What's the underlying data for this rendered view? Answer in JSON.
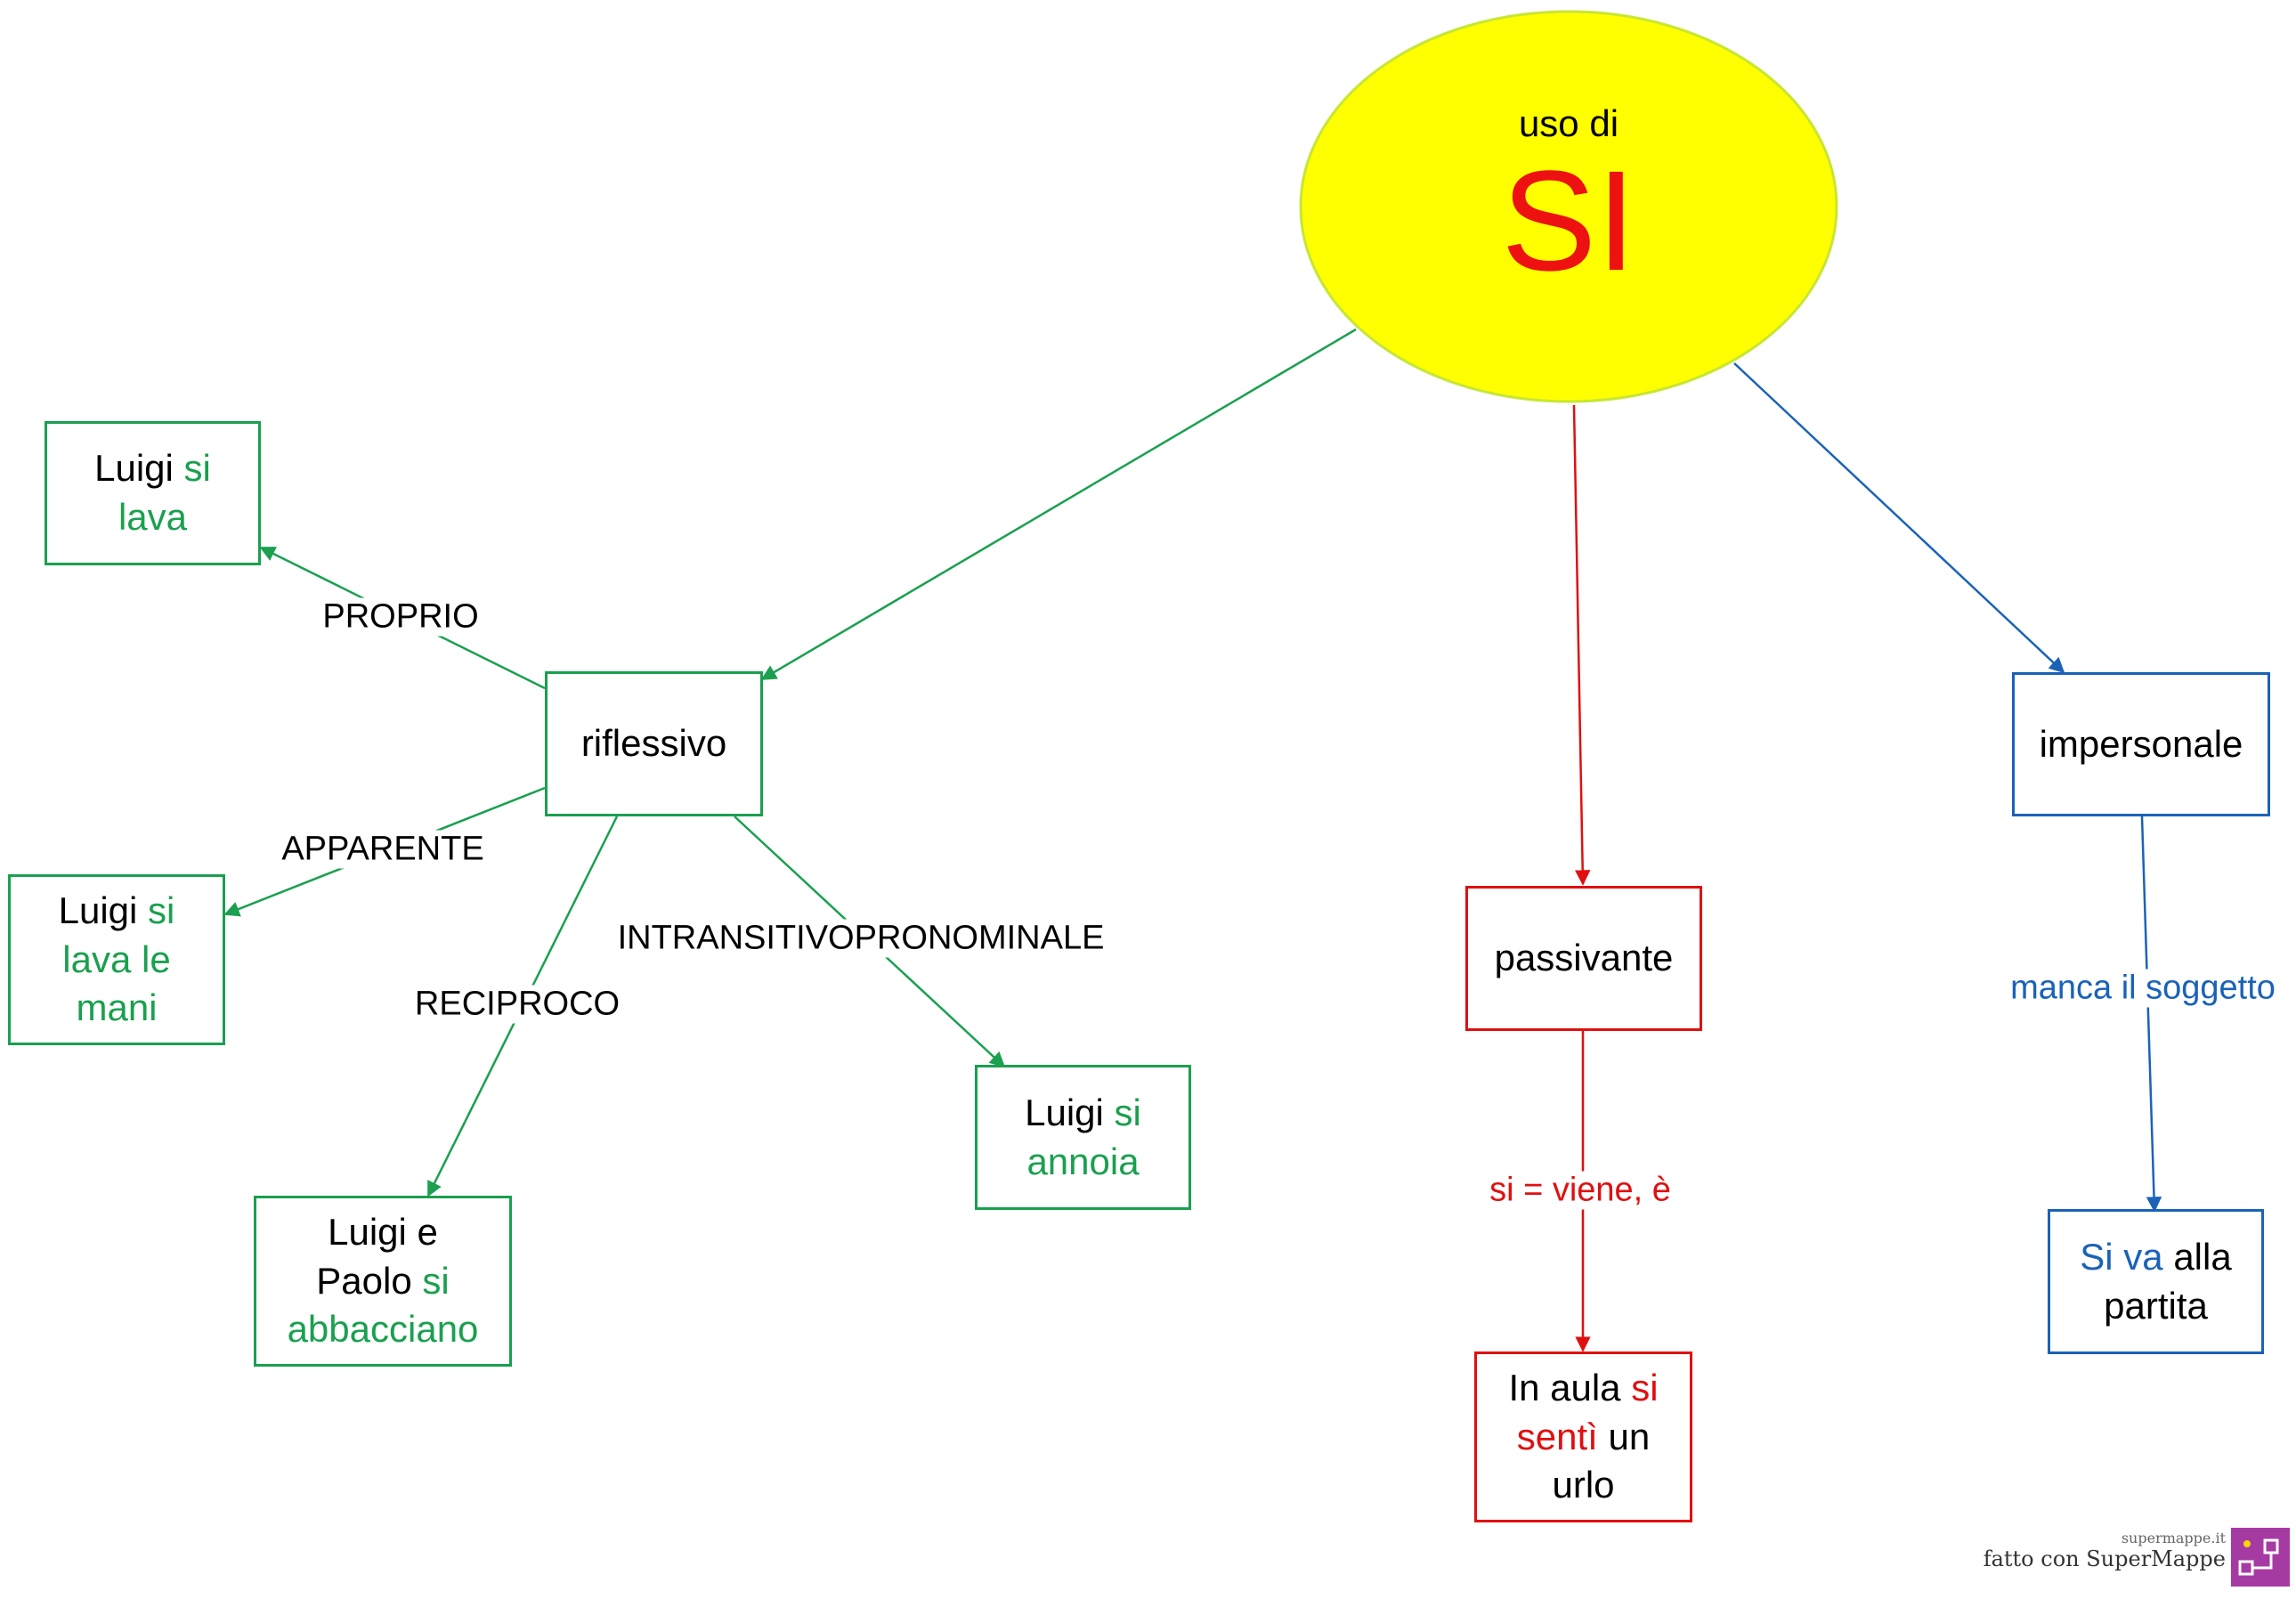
{
  "root": {
    "line1": "uso di",
    "line2": "SI"
  },
  "nodes": {
    "riflessivo": "riflessivo",
    "passivante": "passivante",
    "impersonale": "impersonale",
    "ex_proprio": [
      {
        "t": "Luigi ",
        "hl": false
      },
      {
        "t": "si",
        "hl": true
      },
      {
        "br": true
      },
      {
        "t": "lava",
        "hl": true
      }
    ],
    "ex_apparente": [
      {
        "t": "Luigi ",
        "hl": false
      },
      {
        "t": "si",
        "hl": true
      },
      {
        "br": true
      },
      {
        "t": "lava le",
        "hl": true
      },
      {
        "br": true
      },
      {
        "t": "mani",
        "hl": true
      }
    ],
    "ex_reciproco": [
      {
        "t": "Luigi e",
        "hl": false
      },
      {
        "br": true
      },
      {
        "t": "Paolo ",
        "hl": false
      },
      {
        "t": "si",
        "hl": true
      },
      {
        "br": true
      },
      {
        "t": "abbacciano",
        "hl": true
      }
    ],
    "ex_intransitivo": [
      {
        "t": "Luigi ",
        "hl": false
      },
      {
        "t": "si",
        "hl": true
      },
      {
        "br": true
      },
      {
        "t": "annoia",
        "hl": true
      }
    ],
    "ex_passivante": [
      {
        "t": "In aula ",
        "hl": false
      },
      {
        "t": "si",
        "hl": true
      },
      {
        "br": true
      },
      {
        "t": "sentì",
        "hl": true
      },
      {
        "t": " un",
        "hl": false
      },
      {
        "br": true
      },
      {
        "t": "urlo",
        "hl": false
      }
    ],
    "ex_impersonale": [
      {
        "t": "Si va",
        "hl": true
      },
      {
        "t": " alla",
        "hl": false
      },
      {
        "br": true
      },
      {
        "t": "partita",
        "hl": false
      }
    ]
  },
  "edge_labels": {
    "proprio": "PROPRIO",
    "apparente": "APPARENTE",
    "reciproco": "RECIPROCO",
    "intransitivo": "INTRANSITIVOPRONOMINALE",
    "passivante": "si = viene, è",
    "impersonale": "manca il soggetto"
  },
  "colors": {
    "riflessivo": "#1aa04f",
    "passivante": "#e01010",
    "impersonale": "#1a62b8",
    "root_fill": "#ffff00",
    "root_stroke": "#c8e633",
    "root_text": "#ee1111"
  },
  "footer": {
    "site": "supermappe.it",
    "made_with": "fatto con SuperMappe"
  }
}
